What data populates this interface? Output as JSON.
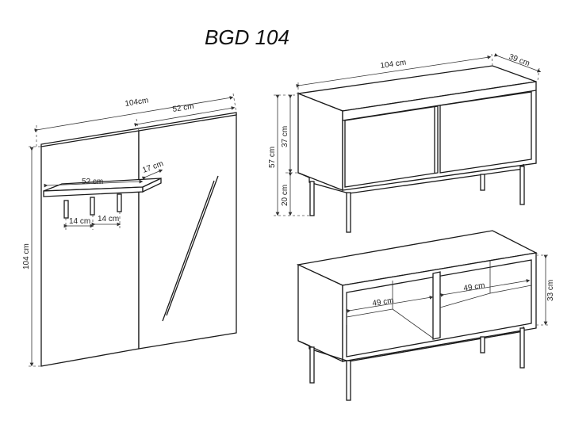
{
  "title": "BGD 104",
  "panel": {
    "width_label": "104cm",
    "half_width_label": "52 cm",
    "height_label": "104 cm",
    "shelf_width_label": "52 cm",
    "shelf_depth_label": "17 cm",
    "hook_spacing_1": "14 cm",
    "hook_spacing_2": "14 cm"
  },
  "cabinet": {
    "width_label": "104 cm",
    "depth_label": "39 cm",
    "total_height_label": "57 cm",
    "body_height_label": "37 cm",
    "legs_height_label": "20 cm"
  },
  "open_unit": {
    "compartment_1_label": "49 cm",
    "compartment_2_label": "49 cm",
    "inner_height_label": "33 cm"
  }
}
